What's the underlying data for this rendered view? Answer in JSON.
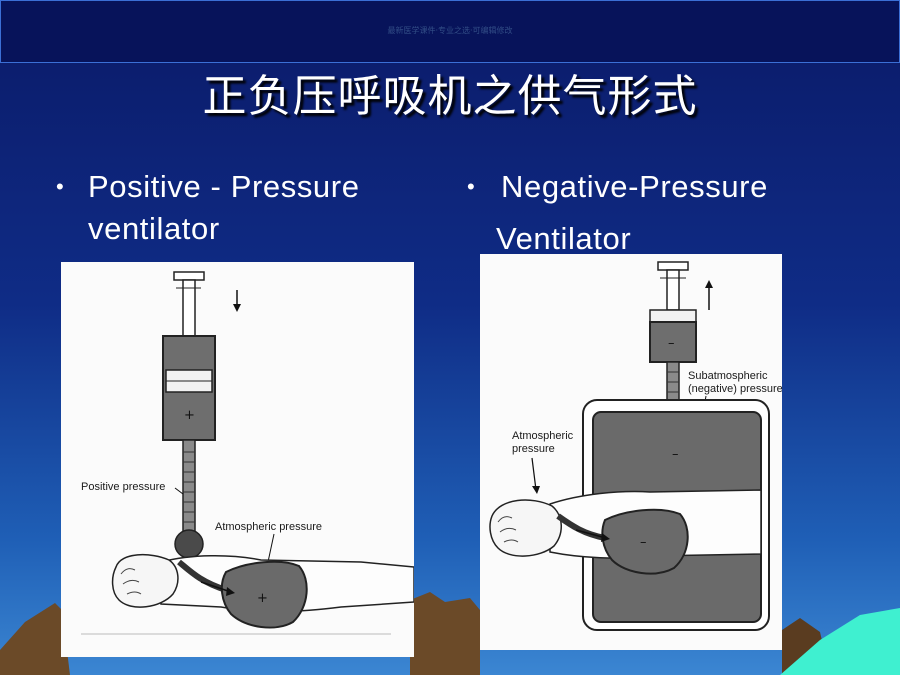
{
  "header": {
    "note": "最新医学课件·专业之选·可编辑修改"
  },
  "title": "正负压呼吸机之供气形式",
  "bullets": [
    {
      "symbol": "•",
      "line1": "Positive - Pressure",
      "line2": "ventilator"
    },
    {
      "symbol": "•",
      "line1": "Negative-Pressure",
      "line2": "Ventilator"
    }
  ],
  "diagram_left": {
    "label_positive": "Positive pressure",
    "label_atmospheric": "Atmospheric pressure",
    "sign_cylinder": "+",
    "sign_lung": "+"
  },
  "diagram_right": {
    "label_sub_1": "Subatmospheric",
    "label_sub_2": "(negative) pressure",
    "label_atm_1": "Atmospheric",
    "label_atm_2": "pressure",
    "sign_cylinder": "–",
    "sign_tank": "–",
    "sign_lung": "–"
  },
  "colors": {
    "background": "#0f2c86",
    "mountain": "#6b4a28",
    "sea": "#3ff0d0",
    "device": "#6e6e6e"
  }
}
